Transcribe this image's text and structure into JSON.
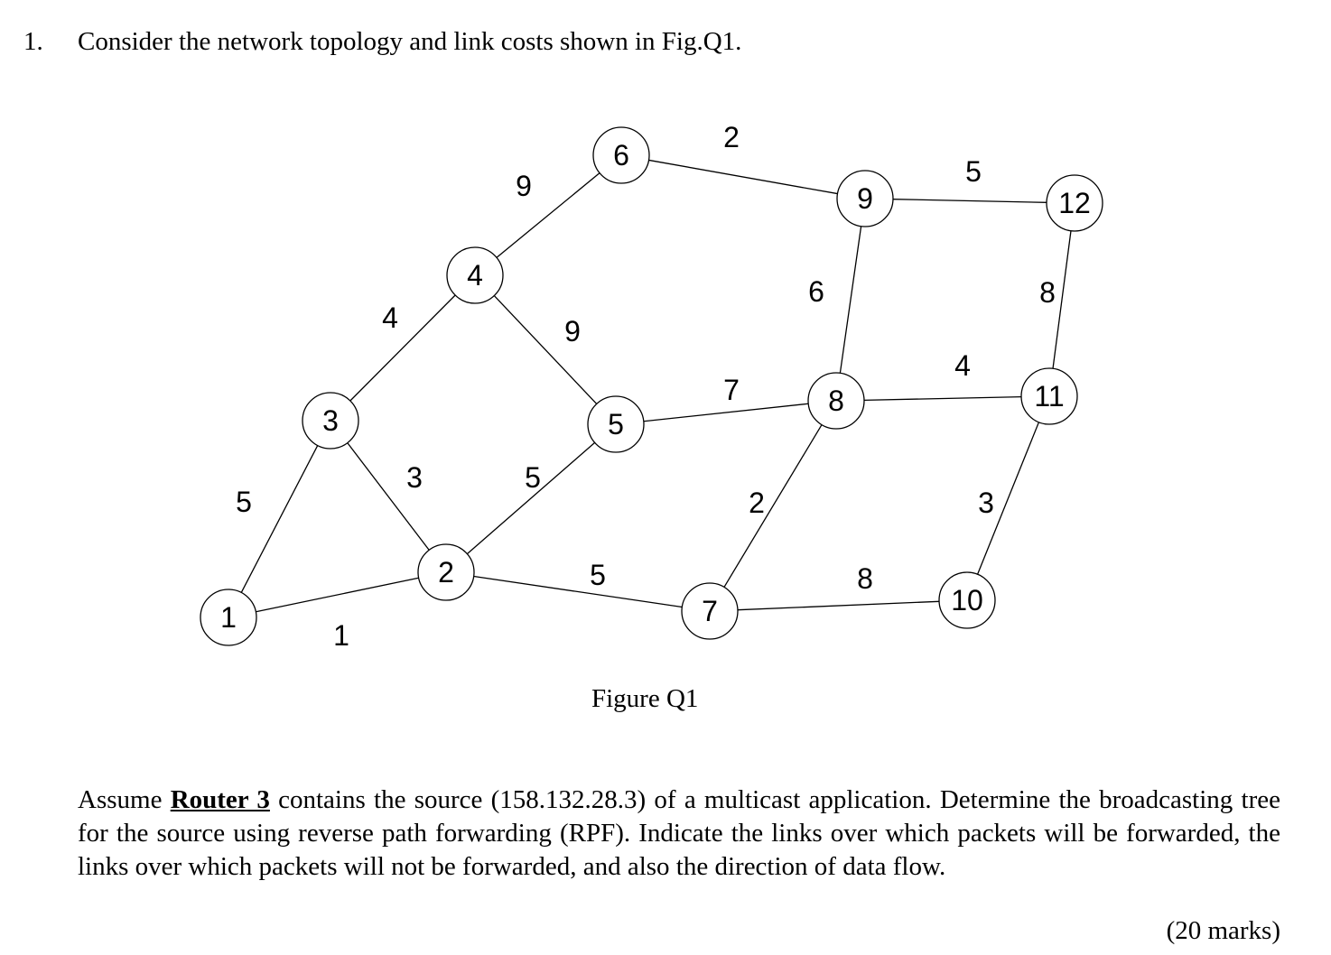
{
  "question": {
    "number": "1.",
    "intro": "Consider the network topology and link costs shown in Fig.Q1.",
    "figure_caption": "Figure Q1",
    "body_before": "Assume ",
    "router_label": "Router 3",
    "body_after": " contains the source (158.132.28.3) of a multicast application. Determine the broadcasting tree for the source using reverse path forwarding (RPF). Indicate the links over which packets will be forwarded, the links over which packets will not be forwarded, and also the direction of data flow.",
    "marks": "(20 marks)"
  },
  "graph": {
    "nodes": [
      "1",
      "2",
      "3",
      "4",
      "5",
      "6",
      "7",
      "8",
      "9",
      "10",
      "11",
      "12"
    ],
    "links": [
      {
        "from": "1",
        "to": "3",
        "cost": "5"
      },
      {
        "from": "1",
        "to": "2",
        "cost": "1"
      },
      {
        "from": "3",
        "to": "4",
        "cost": "4"
      },
      {
        "from": "3",
        "to": "2",
        "cost": "3"
      },
      {
        "from": "4",
        "to": "6",
        "cost": "9"
      },
      {
        "from": "4",
        "to": "5",
        "cost": "9"
      },
      {
        "from": "2",
        "to": "5",
        "cost": "5"
      },
      {
        "from": "2",
        "to": "7",
        "cost": "5"
      },
      {
        "from": "6",
        "to": "9",
        "cost": "2"
      },
      {
        "from": "5",
        "to": "8",
        "cost": "7"
      },
      {
        "from": "7",
        "to": "8",
        "cost": "2"
      },
      {
        "from": "9",
        "to": "8",
        "cost": "6"
      },
      {
        "from": "9",
        "to": "12",
        "cost": "5"
      },
      {
        "from": "8",
        "to": "11",
        "cost": "4"
      },
      {
        "from": "7",
        "to": "10",
        "cost": "8"
      },
      {
        "from": "12",
        "to": "11",
        "cost": "8"
      },
      {
        "from": "10",
        "to": "11",
        "cost": "3"
      }
    ]
  }
}
